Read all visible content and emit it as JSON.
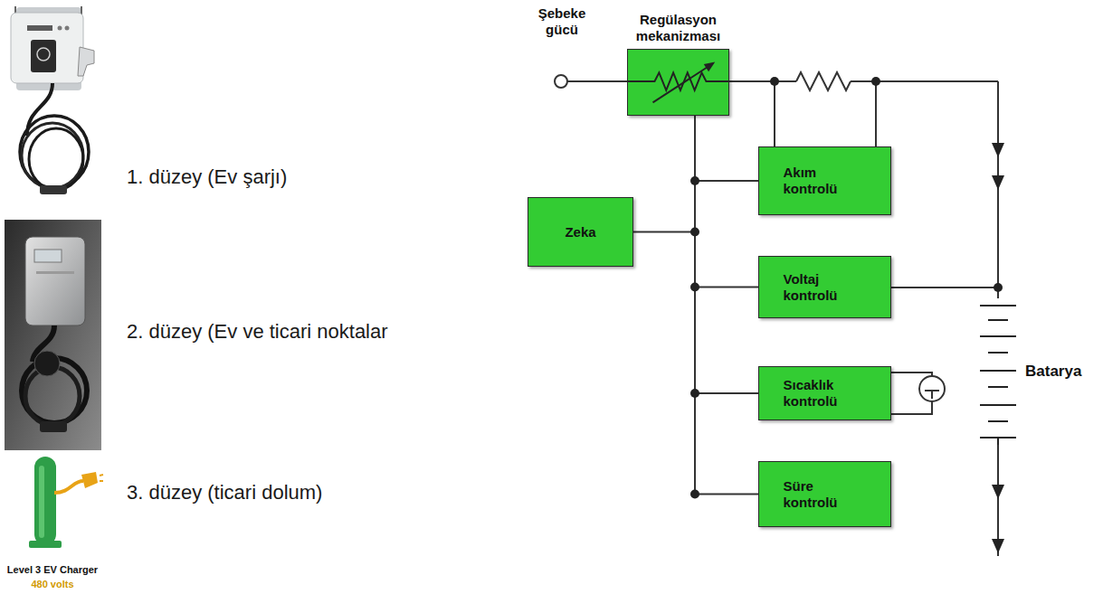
{
  "diagram": {
    "nodes": [
      {
        "text": [
          "Regülasyon mekanizması"
        ]
      },
      {
        "text": [
          "Akım kontrolü"
        ]
      },
      {
        "text": [
          "Zeka"
        ]
      },
      {
        "text": [
          "Voltaj kontrolü"
        ]
      },
      {
        "text": [
          "Sıcaklık kontrolü"
        ]
      },
      {
        "text": [
          "Süre kontrolü"
        ]
      }
    ],
    "edges": [
      {
        "from": 1,
        "to": 0,
        "arrow": "none"
      },
      {
        "from": 2,
        "to": 0,
        "arrow": "none"
      },
      {
        "from": 3,
        "to": 0,
        "arrow": "none"
      },
      {
        "from": 4,
        "to": 0,
        "arrow": "none"
      },
      {
        "from": 5,
        "to": 0,
        "arrow": "none"
      }
    ],
    "labels": [
      "1. düzey (Ev şarjı)",
      "2. düzey (Ev ve ticari noktalar",
      "3. düzey (ticari dolum)",
      "Level 3 EV Charger",
      "480 volts",
      "Şebeke gücü",
      "Batarya"
    ]
  }
}
